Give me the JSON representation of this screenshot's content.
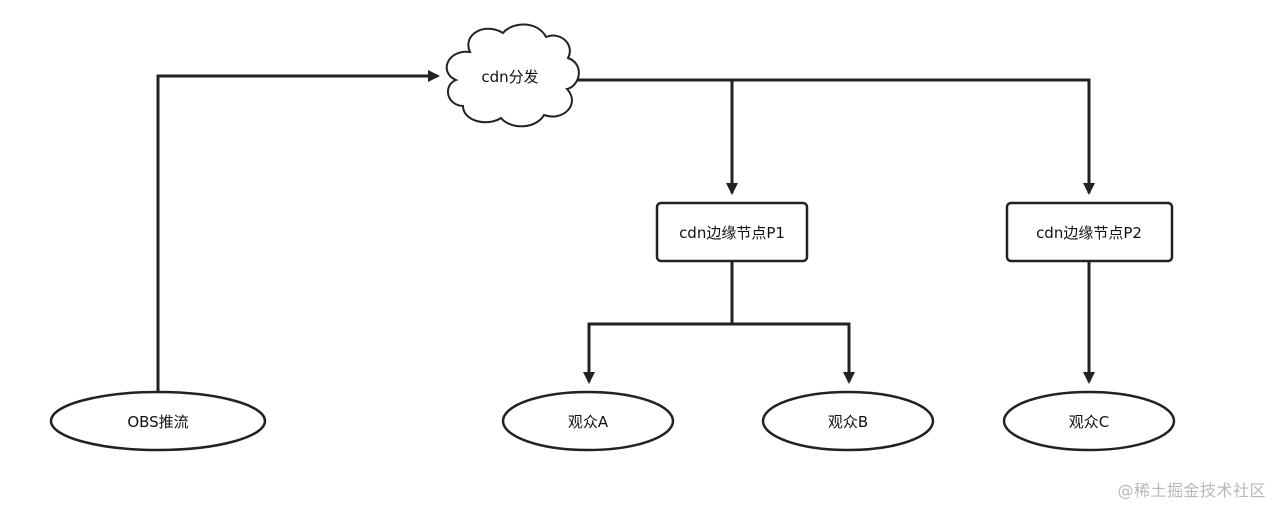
{
  "diagram": {
    "nodes": {
      "cdn_distribution": {
        "label": "cdn分发"
      },
      "edge_node_p1": {
        "label": "cdn边缘节点P1"
      },
      "edge_node_p2": {
        "label": "cdn边缘节点P2"
      },
      "obs_push": {
        "label": "OBS推流"
      },
      "viewer_a": {
        "label": "观众A"
      },
      "viewer_b": {
        "label": "观众B"
      },
      "viewer_c": {
        "label": "观众C"
      }
    }
  },
  "watermark": {
    "text": "@稀土掘金技术社区"
  }
}
